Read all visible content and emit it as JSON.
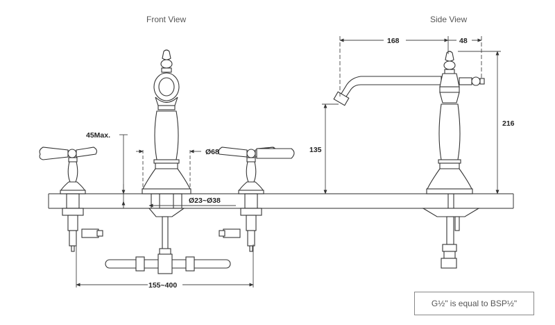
{
  "views": {
    "front_title": "Front View",
    "side_title": "Side View"
  },
  "dimensions": {
    "spout_reach": "168",
    "handle_offset": "48",
    "total_height": "216",
    "spout_height": "135",
    "deck_thickness": "45Max.",
    "body_diameter": "Ø68",
    "hole_diameter": "Ø23~Ø38",
    "center_spread": "155~400"
  },
  "note": "G½\" is equal to BSP½\"",
  "colors": {
    "line": "#333333",
    "dim": "#444444",
    "deck": "#555555"
  }
}
